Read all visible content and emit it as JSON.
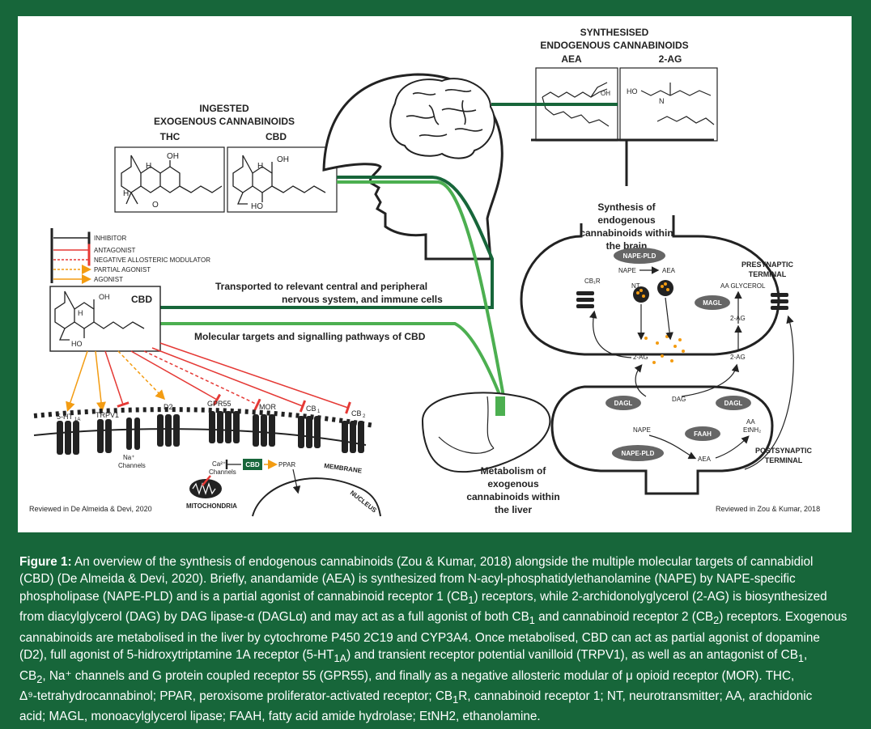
{
  "header_ingested": [
    "INGESTED",
    "EXOGENOUS CANNABINOIDS"
  ],
  "header_synth": [
    "SYNTHESISED",
    "ENDOGENOUS CANNABINOIDS"
  ],
  "thc": "THC",
  "cbd": "CBD",
  "aea": "AEA",
  "ag2": "2-AG",
  "mol": {
    "h": "H",
    "oh": "OH",
    "o": "O",
    "ho": "HO",
    "n": "N"
  },
  "legend": [
    "INHIBITOR",
    "ANTAGONIST",
    "NEGATIVE ALLOSTERIC MODULATOR",
    "PARTIAL AGONIST",
    "AGONIST"
  ],
  "transport": [
    "Transported to relevant central and peripheral",
    "nervous system, and immune cells"
  ],
  "targets_title": "Molecular targets and signalling pathways of CBD",
  "receptors": {
    "ht": "5-HT",
    "ht_sub": "1A",
    "trpv": "TRPV1",
    "d2": "D2",
    "gpr": "GPR55",
    "mor": "MOR",
    "cb1": "CB",
    "cb1_sub": "1",
    "cb2": "CB",
    "cb2_sub": "2",
    "na": [
      "Na⁺",
      "Channels"
    ],
    "membrane": "MEMBRANE",
    "nucleus": "NUCLEUS",
    "ca": [
      "Ca²⁺",
      "Channels"
    ],
    "ppar": "PPAR",
    "mito": "MITOCHONDRIA"
  },
  "ref_left": "Reviewed in De Almeida & Devi, 2020",
  "ref_right": "Reviewed in Zou & Kumar, 2018",
  "synthesis": [
    "Synthesis of",
    "endogenous",
    "cannabinoids within",
    "the brain"
  ],
  "liver": [
    "Metabolism of",
    "exogenous",
    "cannabinoids within",
    "the liver"
  ],
  "synapse": {
    "nape_pld": "NAPE-PLD",
    "nape": "NAPE",
    "aea": "AEA",
    "presyn": [
      "PRESYNAPTIC",
      "TERMINAL"
    ],
    "cb1r": "CB₁R",
    "nt": "NT",
    "aa_glycerol": "AA GLYCEROL",
    "magl": "MAGL",
    "ag": "2-AG",
    "dag": "DAG",
    "dagl": "DAGL",
    "faah": "FAAH",
    "aa": "AA",
    "etnh": "EtNH₂",
    "postsyn": [
      "POSTSYNAPTIC",
      "TERMINAL"
    ]
  },
  "caption": [
    "<b>Figure 1:</b> An overview of the synthesis of endogenous cannabinoids (Zou &amp; Kumar, 2018) alongside the multiple molecular targets of cannabidiol",
    "(CBD) (De Almeida &amp; Devi, 2020). Briefly, anandamide (AEA) is synthesized from N-acyl-phosphatidylethanolamine (NAPE) by NAPE-specific",
    "phospholipase (NAPE-PLD) and is a partial agonist of cannabinoid receptor 1 (CB<sub>1</sub>) receptors, while 2-archidonolyglycerol (2-AG) is biosynthesized",
    "from diacylglycerol (DAG) by DAG lipase-α (DAGLα) and may act as a full agonist of both CB<sub>1</sub> and cannabinoid receptor 2 (CB<sub>2</sub>) receptors. Exogenous",
    "cannabinoids are metabolised in the liver by cytochrome P450 2C19 and CYP3A4. Once metabolised, CBD can act as partial agonist of dopamine",
    "(D2), full agonist of 5-hidroxytriptamine 1A receptor (5-HT<sub>1A</sub>) and transient receptor potential vanilloid (TRPV1), as well as an antagonist of CB<sub>1</sub>,",
    "CB<sub>2</sub>, Na⁺ channels and G protein coupled receptor 55 (GPR55), and finally as a negative allosteric modular of μ opioid receptor (MOR). THC,",
    "Δ⁹-tetrahydrocannabinol; PPAR, peroxisome proliferator-activated receptor; CB<sub>1</sub>R, cannabinoid receptor 1; NT, neurotransmitter; AA, arachidonic",
    "acid; MAGL, monoacylglycerol lipase; FAAH, fatty acid amide hydrolase; EtNH2, ethanolamine."
  ],
  "colors": {
    "green_dark": "#17663a",
    "green_light": "#4caf50",
    "red": "#e53935",
    "orange": "#f39c12"
  }
}
